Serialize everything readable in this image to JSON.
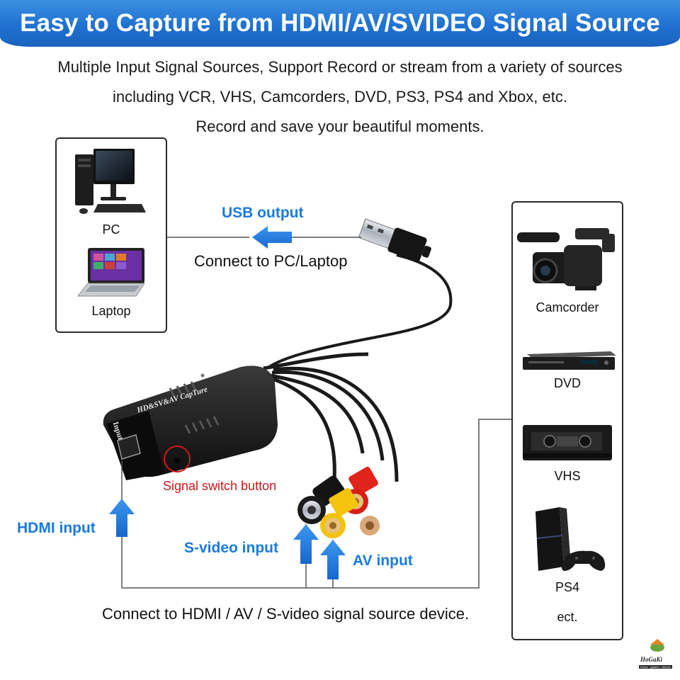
{
  "banner": {
    "title": "Easy to Capture from HDMI/AV/SVIDEO Signal Source"
  },
  "intro": {
    "line1": "Multiple Input Signal Sources, Support Record or stream from a variety of sources",
    "line2": "including VCR, VHS, Camcorders, DVD, PS3, PS4 and Xbox, etc.",
    "line3": "Record and save your beautiful moments."
  },
  "targets": {
    "pc": "PC",
    "laptop": "Laptop"
  },
  "usb": {
    "title": "USB output",
    "caption": "Connect to PC/Laptop"
  },
  "device": {
    "brand": "HD&SV&AV CapTure",
    "port_label": "Input",
    "switch_label": "Signal switch button"
  },
  "inputs": {
    "hdmi": "HDMI input",
    "svideo": "S-video input",
    "av": "AV input"
  },
  "footer": {
    "caption": "Connect to HDMI / AV / S-video signal source device."
  },
  "sources": {
    "camcorder": "Camcorder",
    "dvd": "DVD",
    "vhs": "VHS",
    "ps4": "PS4",
    "etc": "ect."
  },
  "logo": {
    "name": "HoGaKi",
    "tagline": "Home · garden · kitchen"
  },
  "colors": {
    "accent": "#1b7ae0",
    "banner": "#1e6fd0",
    "warning": "#d01818"
  }
}
